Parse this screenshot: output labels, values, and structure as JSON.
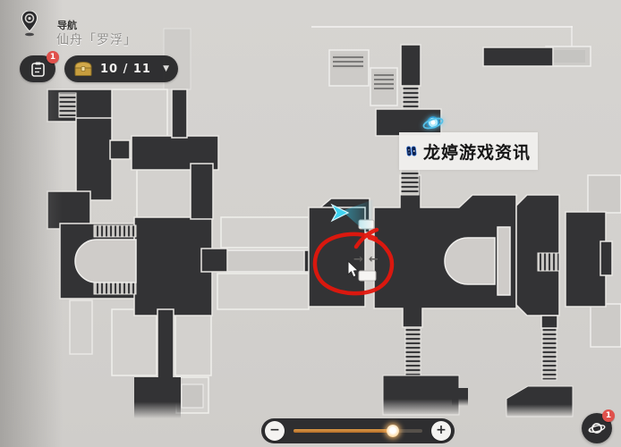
{
  "header": {
    "nav_label": "导航",
    "location_name": "仙舟「罗浮」"
  },
  "task_button": {
    "badge_count": "1"
  },
  "chest_panel": {
    "count_text": "10 / 11",
    "caret": "▼"
  },
  "watermark": {
    "text": "龙婷游戏资讯"
  },
  "map": {
    "door_arrows": {
      "right": "→",
      "left": "←"
    }
  },
  "zoom_slider": {
    "minus_label": "−",
    "plus_label": "+",
    "value_percent": 77
  },
  "planet_button": {
    "badge_count": "1"
  },
  "colors": {
    "map-bg": "#d3d1ce",
    "room-dark": "#333335",
    "room-outline": "#e9e7e4",
    "light-struct": "#cdcbc8",
    "panel-dark": "#28282a",
    "badge-red": "#e0514c",
    "chest-gold": "#d2a94a",
    "slider-orange": "#c97a2e",
    "player-cyan": "#3fd2f0",
    "annotation-red": "#e3170d",
    "anchor-blue": "#54c0e8",
    "watermark-blue": "#3a7ce0"
  }
}
